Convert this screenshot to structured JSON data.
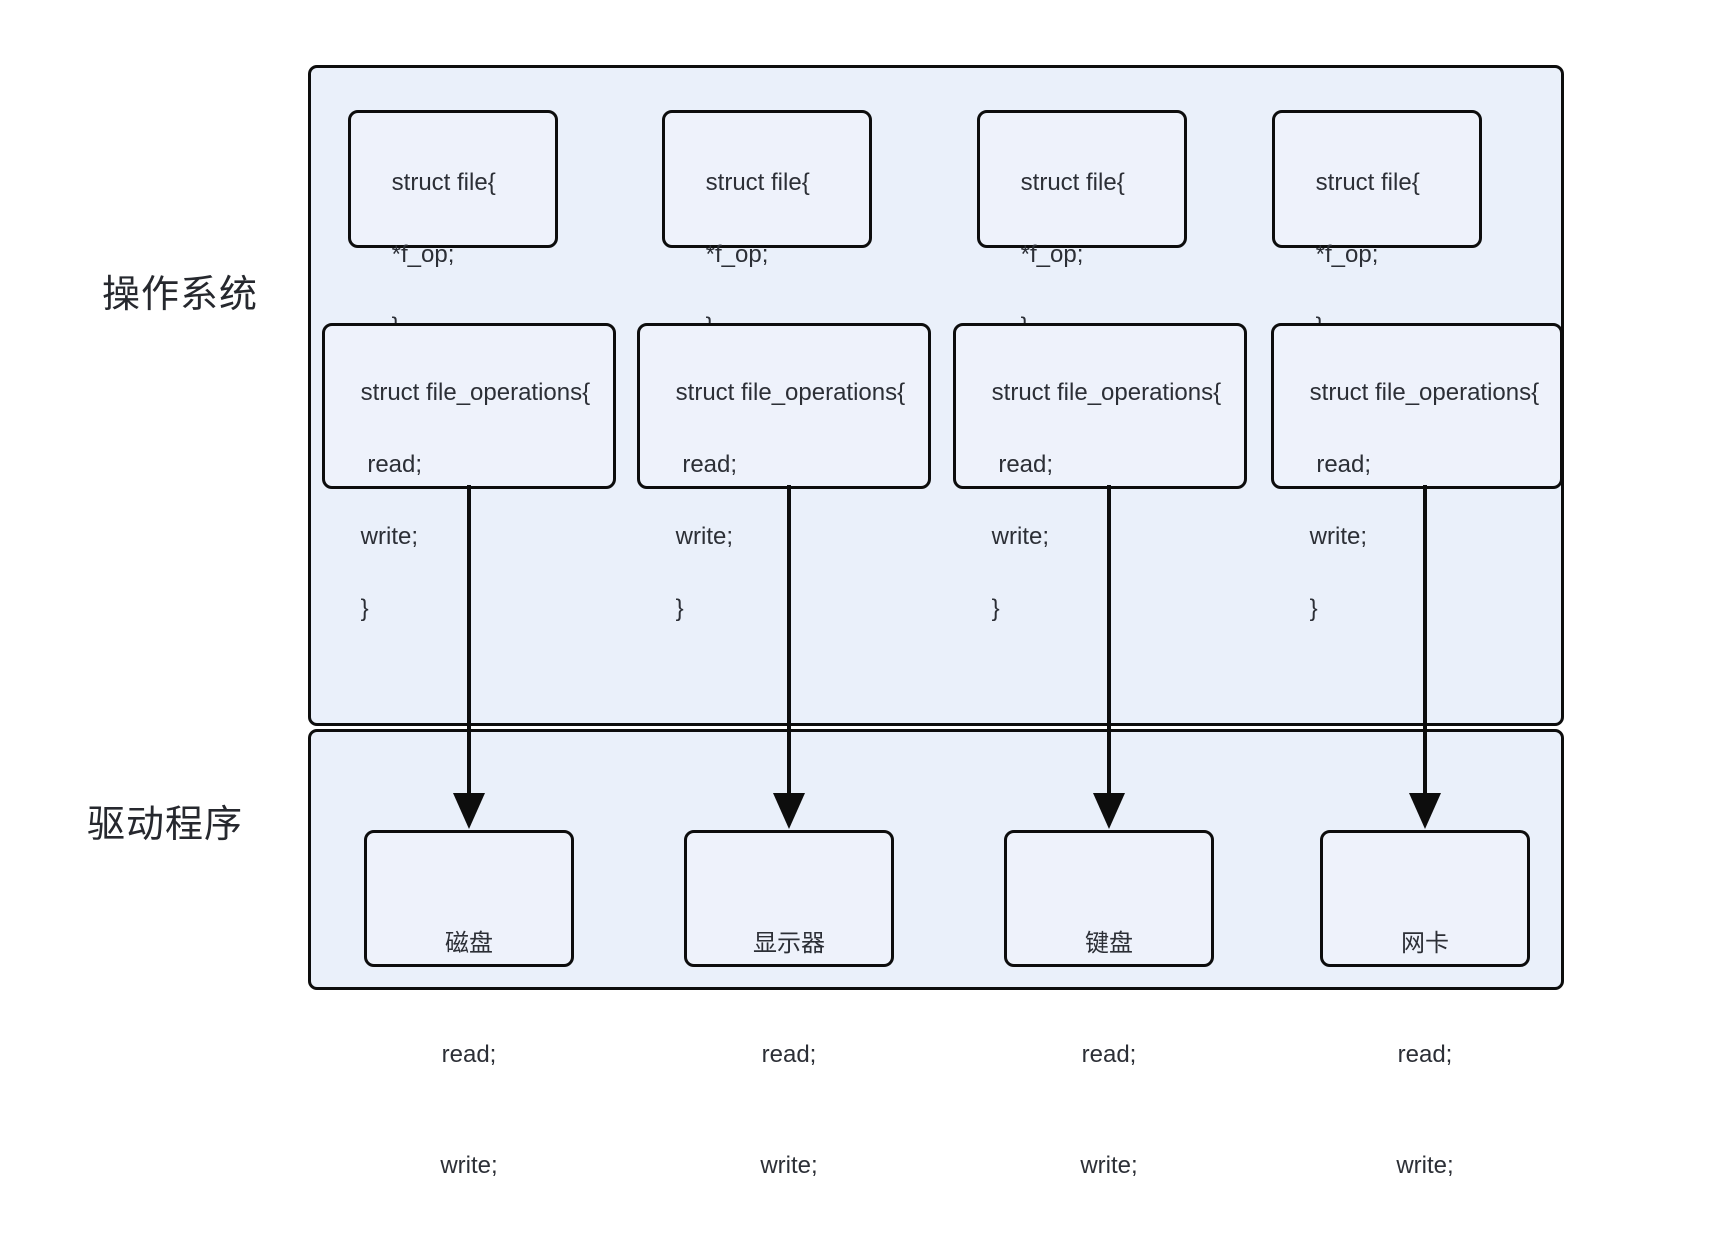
{
  "diagram": {
    "title_labels": {
      "os": "操作系统",
      "driver": "驱动程序"
    },
    "colors": {
      "panel_fill": "#eaf0fa",
      "box_fill": "#eef2fb",
      "stroke": "#0d0d0d",
      "text": "#2c2f36",
      "page_background": "#ffffff"
    },
    "os_panel": {
      "file_structs": [
        {
          "line1": "struct file{",
          "line2": "*f_op;",
          "line3": "}"
        },
        {
          "line1": "struct file{",
          "line2": "*f_op;",
          "line3": "}"
        },
        {
          "line1": "struct file{",
          "line2": "*f_op;",
          "line3": "}"
        },
        {
          "line1": "struct file{",
          "line2": "*f_op;",
          "line3": "}"
        }
      ],
      "file_operations_structs": [
        {
          "line1": "struct file_operations{",
          "line2": " read;",
          "line3": "write;",
          "line4": "}"
        },
        {
          "line1": "struct file_operations{",
          "line2": " read;",
          "line3": "write;",
          "line4": "}"
        },
        {
          "line1": "struct file_operations{",
          "line2": " read;",
          "line3": "write;",
          "line4": "}"
        },
        {
          "line1": "struct file_operations{",
          "line2": " read;",
          "line3": "write;",
          "line4": "}"
        }
      ]
    },
    "driver_panel": {
      "devices": [
        {
          "name": "磁盘",
          "read": "read;",
          "write": "write;"
        },
        {
          "name": "显示器",
          "read": "read;",
          "write": "write;"
        },
        {
          "name": "键盘",
          "read": "read;",
          "write": "write;"
        },
        {
          "name": "网卡",
          "read": "read;",
          "write": "write;"
        }
      ]
    },
    "connectors": [
      {
        "from": "file_operations_structs.0",
        "to": "devices.0",
        "style": "down-arrow"
      },
      {
        "from": "file_operations_structs.1",
        "to": "devices.1",
        "style": "down-arrow"
      },
      {
        "from": "file_operations_structs.2",
        "to": "devices.2",
        "style": "down-arrow"
      },
      {
        "from": "file_operations_structs.3",
        "to": "devices.3",
        "style": "down-arrow"
      }
    ]
  }
}
